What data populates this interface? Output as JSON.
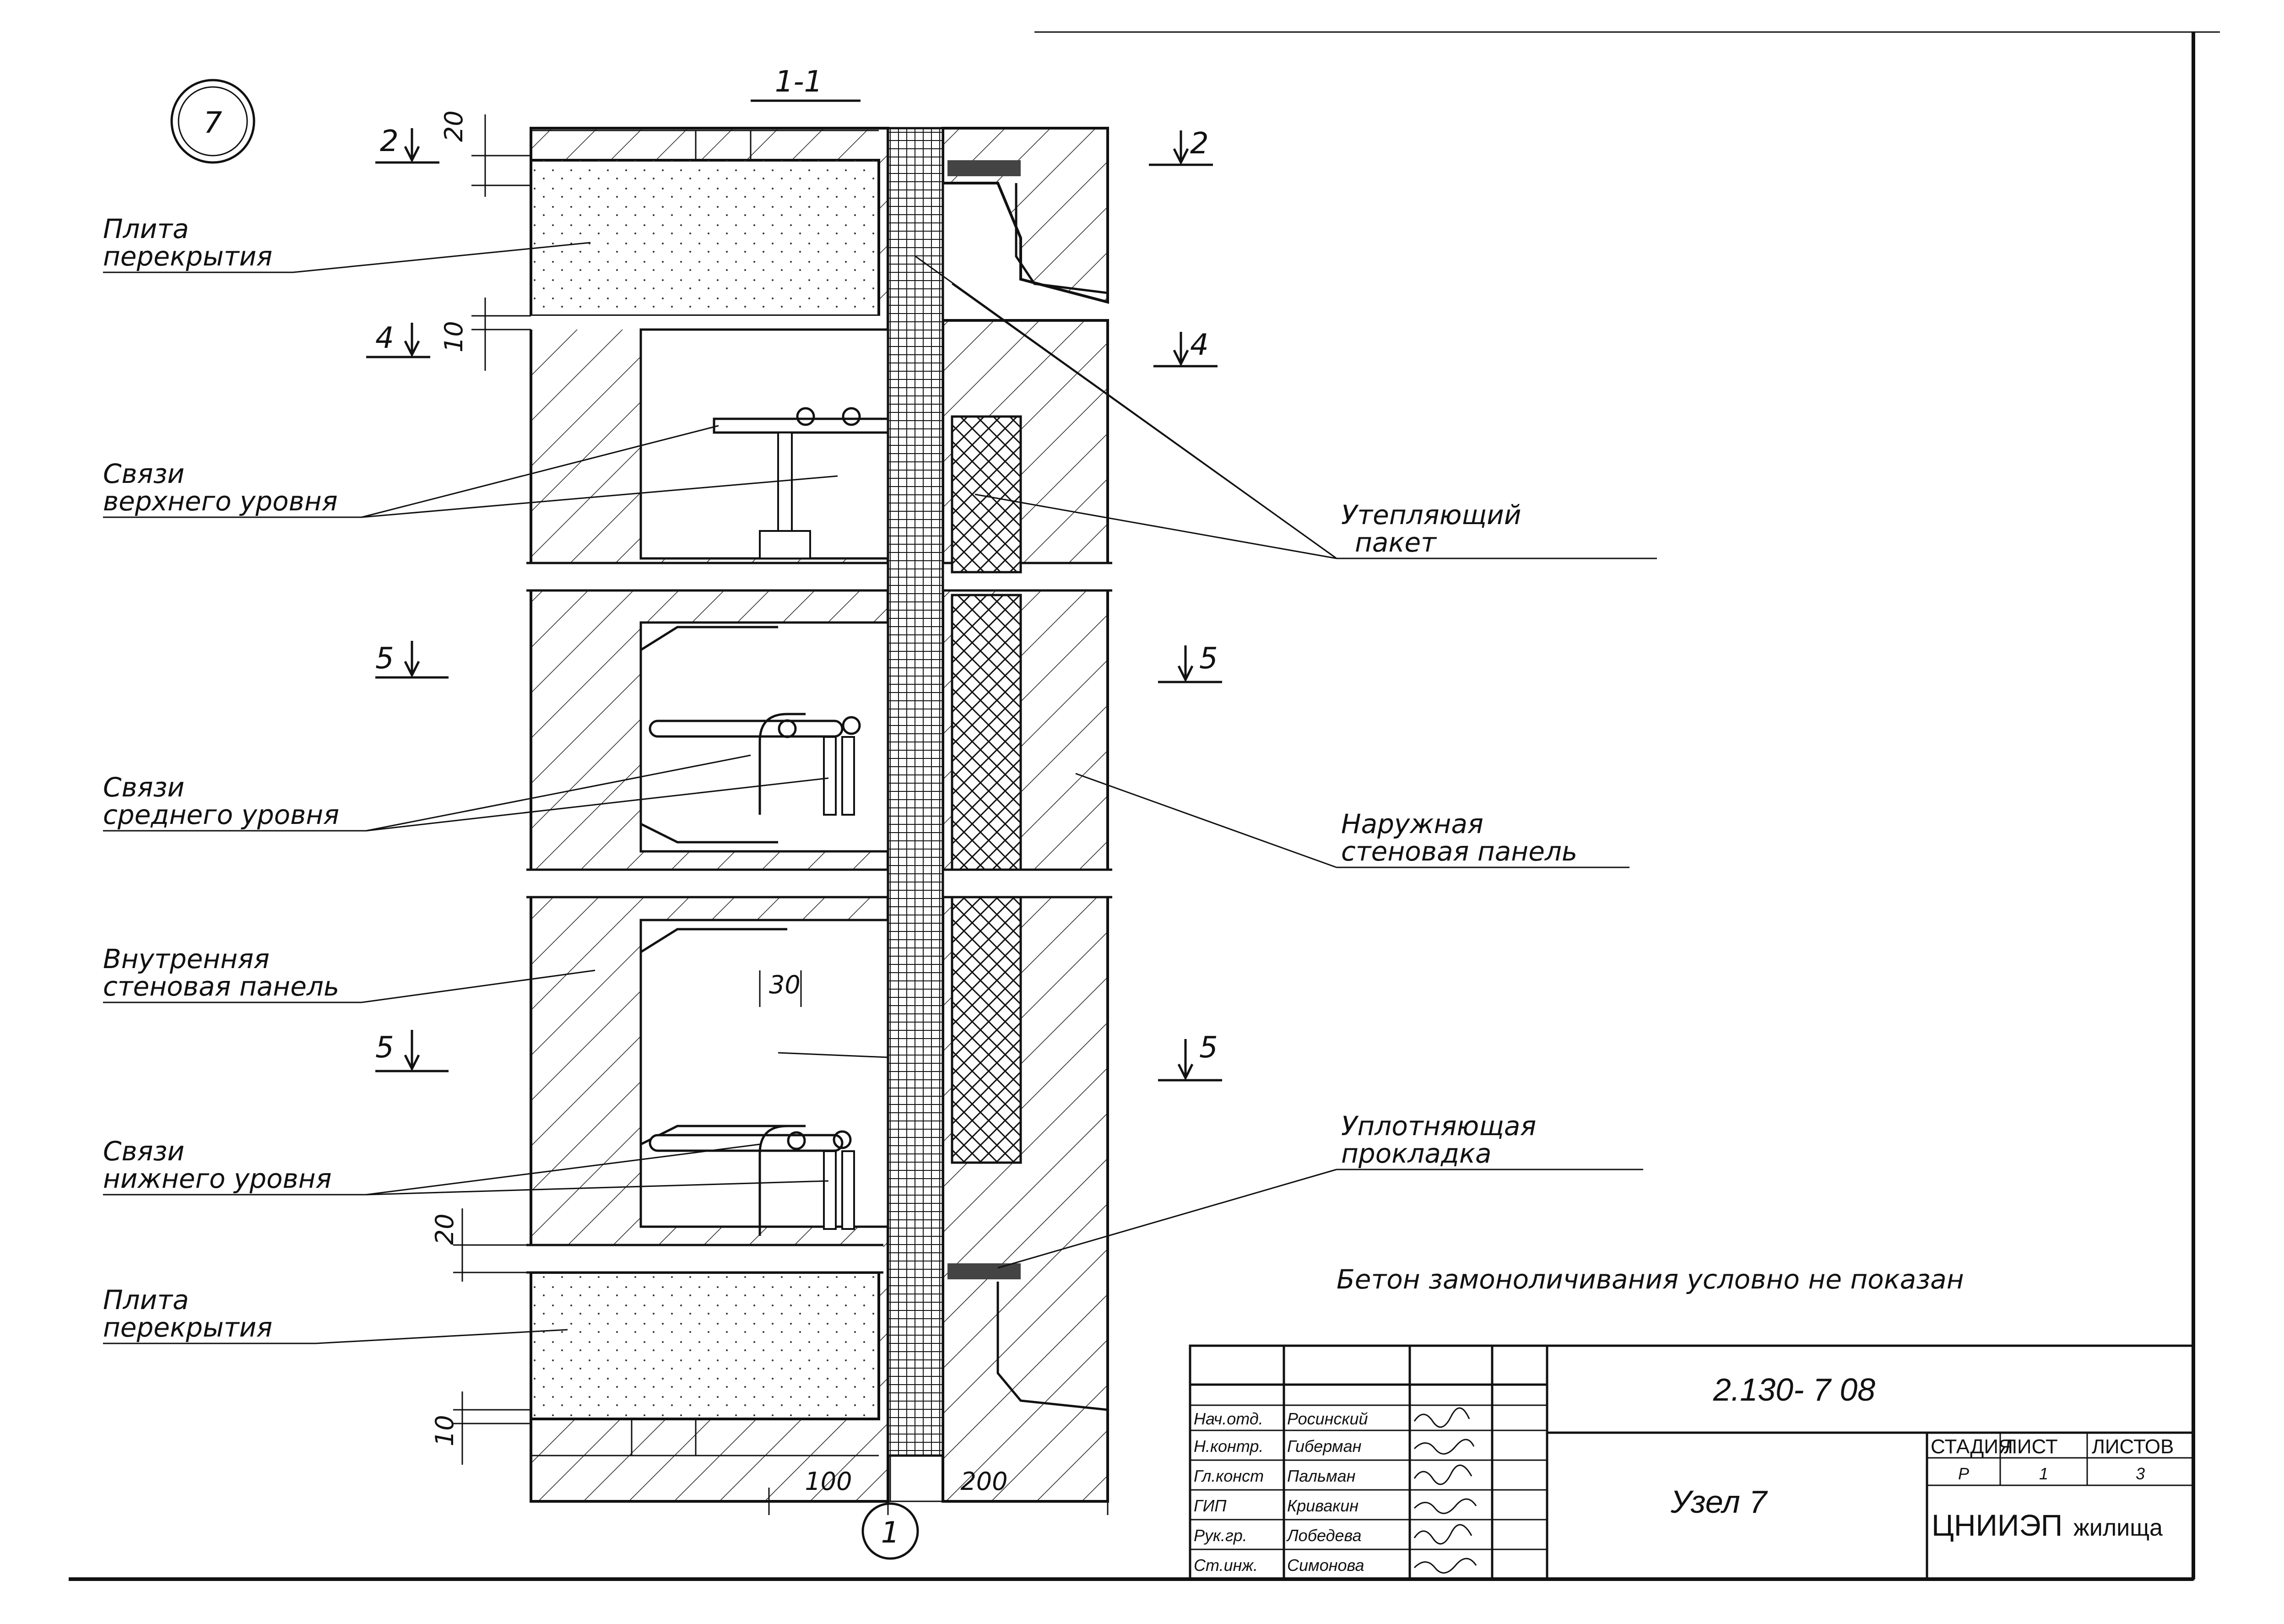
{
  "node_number": "7",
  "section_mark": "1-1",
  "axis_marker": "1",
  "section_marks": {
    "s2_left": "2",
    "s2_right": "2",
    "s4_left": "4",
    "s4_right": "4",
    "s5a_left": "5",
    "s5a_right": "5",
    "s5b_left": "5",
    "s5b_right": "5"
  },
  "dimensions": {
    "top_gap": "20",
    "upper_gap": "10",
    "bottom_gap": "20",
    "base_gap": "10",
    "rod_offset": "30",
    "inner_width": "100",
    "outer_width": "200"
  },
  "callouts": {
    "slab_top": [
      "Плита",
      "перекрытия"
    ],
    "ties_top": [
      "Связи",
      "верхнего уровня"
    ],
    "ties_mid": [
      "Связи",
      "среднего уровня"
    ],
    "inner_panel": [
      "Внутренняя",
      "стеновая панель"
    ],
    "ties_bottom": [
      "Связи",
      "нижнего уровня"
    ],
    "slab_bottom": [
      "Плита",
      "перекрытия"
    ],
    "insulation": [
      "Утепляющий",
      "пакет"
    ],
    "outer_panel": [
      "Наружная",
      "стеновая панель"
    ],
    "gasket": [
      "Уплотняющая",
      "прокладка"
    ]
  },
  "note": "Бетон замоноличивания условно не показан",
  "title_block": {
    "doc_code": "2.130- 7 08",
    "title": "Узел 7",
    "headers": [
      "СТАДИЯ",
      "ЛИСТ",
      "ЛИСТОВ"
    ],
    "values": [
      "Р",
      "1",
      "3"
    ],
    "org_a": "ЦНИИЭП",
    "org_b": "жилища",
    "signatures": [
      {
        "role": "Нач.отд.",
        "name": "Росинский"
      },
      {
        "role": "Н.контр.",
        "name": "Гиберман"
      },
      {
        "role": "Гл.конст",
        "name": "Пальман"
      },
      {
        "role": "ГИП",
        "name": "Кривакин"
      },
      {
        "role": "Рук.гр.",
        "name": "Лобедева"
      },
      {
        "role": "Ст.инж.",
        "name": "Симонова"
      }
    ]
  }
}
